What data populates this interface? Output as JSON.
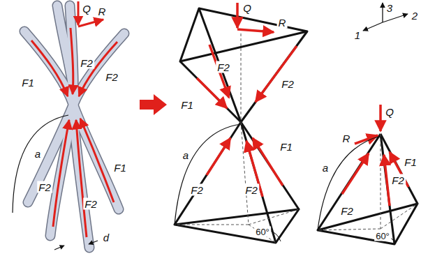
{
  "diagram": {
    "labels": [
      "Q",
      "R",
      "F2",
      "F1",
      "F2",
      "F1",
      "a",
      "F2",
      "F2",
      "d",
      "Q",
      "R",
      "F2",
      "F1",
      "F2",
      "a",
      "F2",
      "F2",
      "F1",
      "60°",
      "3",
      "2",
      "1",
      "Q",
      "R",
      "a",
      "F2",
      "F2",
      "F1",
      "60°"
    ]
  }
}
